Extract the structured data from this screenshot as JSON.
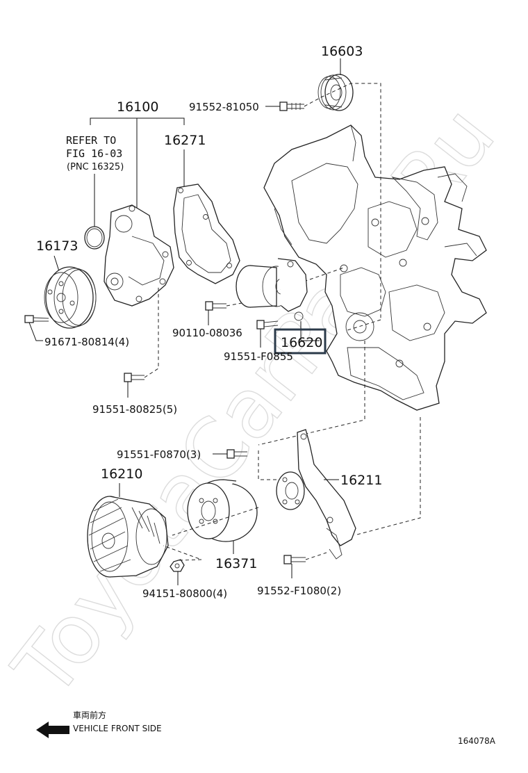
{
  "labels": {
    "pnc_16603": "16603",
    "bolt_91552_81050": "91552-81050",
    "pnc_16100": "16100",
    "refer_line1": "REFER TO",
    "refer_line2": "FIG 16-03",
    "refer_line3": "(PNC 16325)",
    "pnc_16271": "16271",
    "pnc_16173": "16173",
    "bolt_91671_80814": "91671-80814(4)",
    "bolt_90110_08036": "90110-08036",
    "pnc_16620": "16620",
    "bolt_91551_f0855": "91551-F0855",
    "bolt_91551_80825": "91551-80825(5)",
    "bolt_91551_f0870": "91551-F0870(3)",
    "pnc_16210": "16210",
    "pnc_16211": "16211",
    "pnc_16371": "16371",
    "nut_94151_80800": "94151-80800(4)",
    "bolt_91552_f1080": "91552-F1080(2)"
  },
  "footer": {
    "direction_jp": "車両前方",
    "direction_en": "VEHICLE FRONT SIDE",
    "figure_id": "164078A"
  },
  "watermark": "ToyotaCarPartsRu",
  "highlight": {
    "pnc": "16620",
    "box_color": "#2b3a4a"
  },
  "icons": {
    "direction_arrow": "arrow-left-icon"
  }
}
